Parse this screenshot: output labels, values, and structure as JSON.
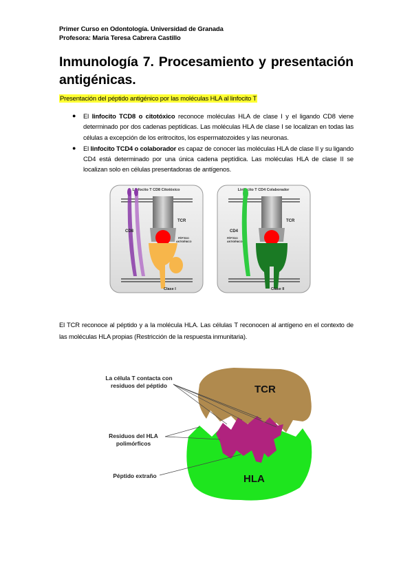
{
  "header": {
    "line1": "Primer Curso en Odontología. Universidad de Granada",
    "line2": "Profesora: María Teresa Cabrera Castillo"
  },
  "title": {
    "line1": "Inmunología 7. Procesamiento y presentación",
    "line2": "antigénicas."
  },
  "subtitle": "Presentación del péptido antigénico por las moléculas HLA al linfocito T",
  "bullets": [
    {
      "pre": "El ",
      "bold": "linfocito TCD8 o citotóxico",
      "post": " reconoce moléculas HLA de clase I y el ligando CD8 viene determinado por dos cadenas peptídicas. Las moléculas HLA de clase I se localizan en todas las células a excepción de los eritrocitos, los espermatozoides y las neuronas."
    },
    {
      "pre": "El ",
      "bold": "linfocito TCD4 o colaborador",
      "post": " es capaz de conocer las moléculas HLA de clase II y su ligando CD4 está determinado por una única cadena peptídica. Las moléculas HLA de clase II se localizan solo en células presentadoras de antígenos."
    }
  ],
  "figure1": {
    "left": {
      "title": "Linfocito T CD8 Citotóxico",
      "cd": "CD8",
      "tcr": "TCR",
      "peptide_line1": "PÉPTIDO",
      "peptide_line2": "ANTIGÉNICO",
      "class_label": "Clase I"
    },
    "right": {
      "title": "Linfocito T CD4 Colaborador",
      "cd": "CD4",
      "tcr": "TCR",
      "peptide_line1": "PÉPTIDO",
      "peptide_line2": "ANTIGÉNICO",
      "class_label": "Clase II"
    }
  },
  "paragraph": "El TCR reconoce al péptido y a la molécula HLA. Las células T reconocen al antígeno en el contexto de las moléculas HLA propias (Restricción de la respuesta inmunitaria).",
  "figure2": {
    "label_contact_1": "La célula T contacta con",
    "label_contact_2": "residuos del péptido",
    "label_residues_1": "Residuos del HLA",
    "label_residues_2": "polimórficos",
    "label_peptide": "Péptido extraño",
    "tcr": "TCR",
    "hla": "HLA"
  },
  "colors": {
    "highlight": "#ffff33",
    "tcr_brown": "#b08a4e",
    "hla_green": "#1ee51e",
    "peptide_magenta": "#b0237e",
    "cd8_purple": "#8a3aa8",
    "cd4_green": "#2ecc40",
    "class1_orange": "#f7b64b",
    "class2_darkgreen": "#1a7a24",
    "antigen_red": "#ff0000"
  }
}
